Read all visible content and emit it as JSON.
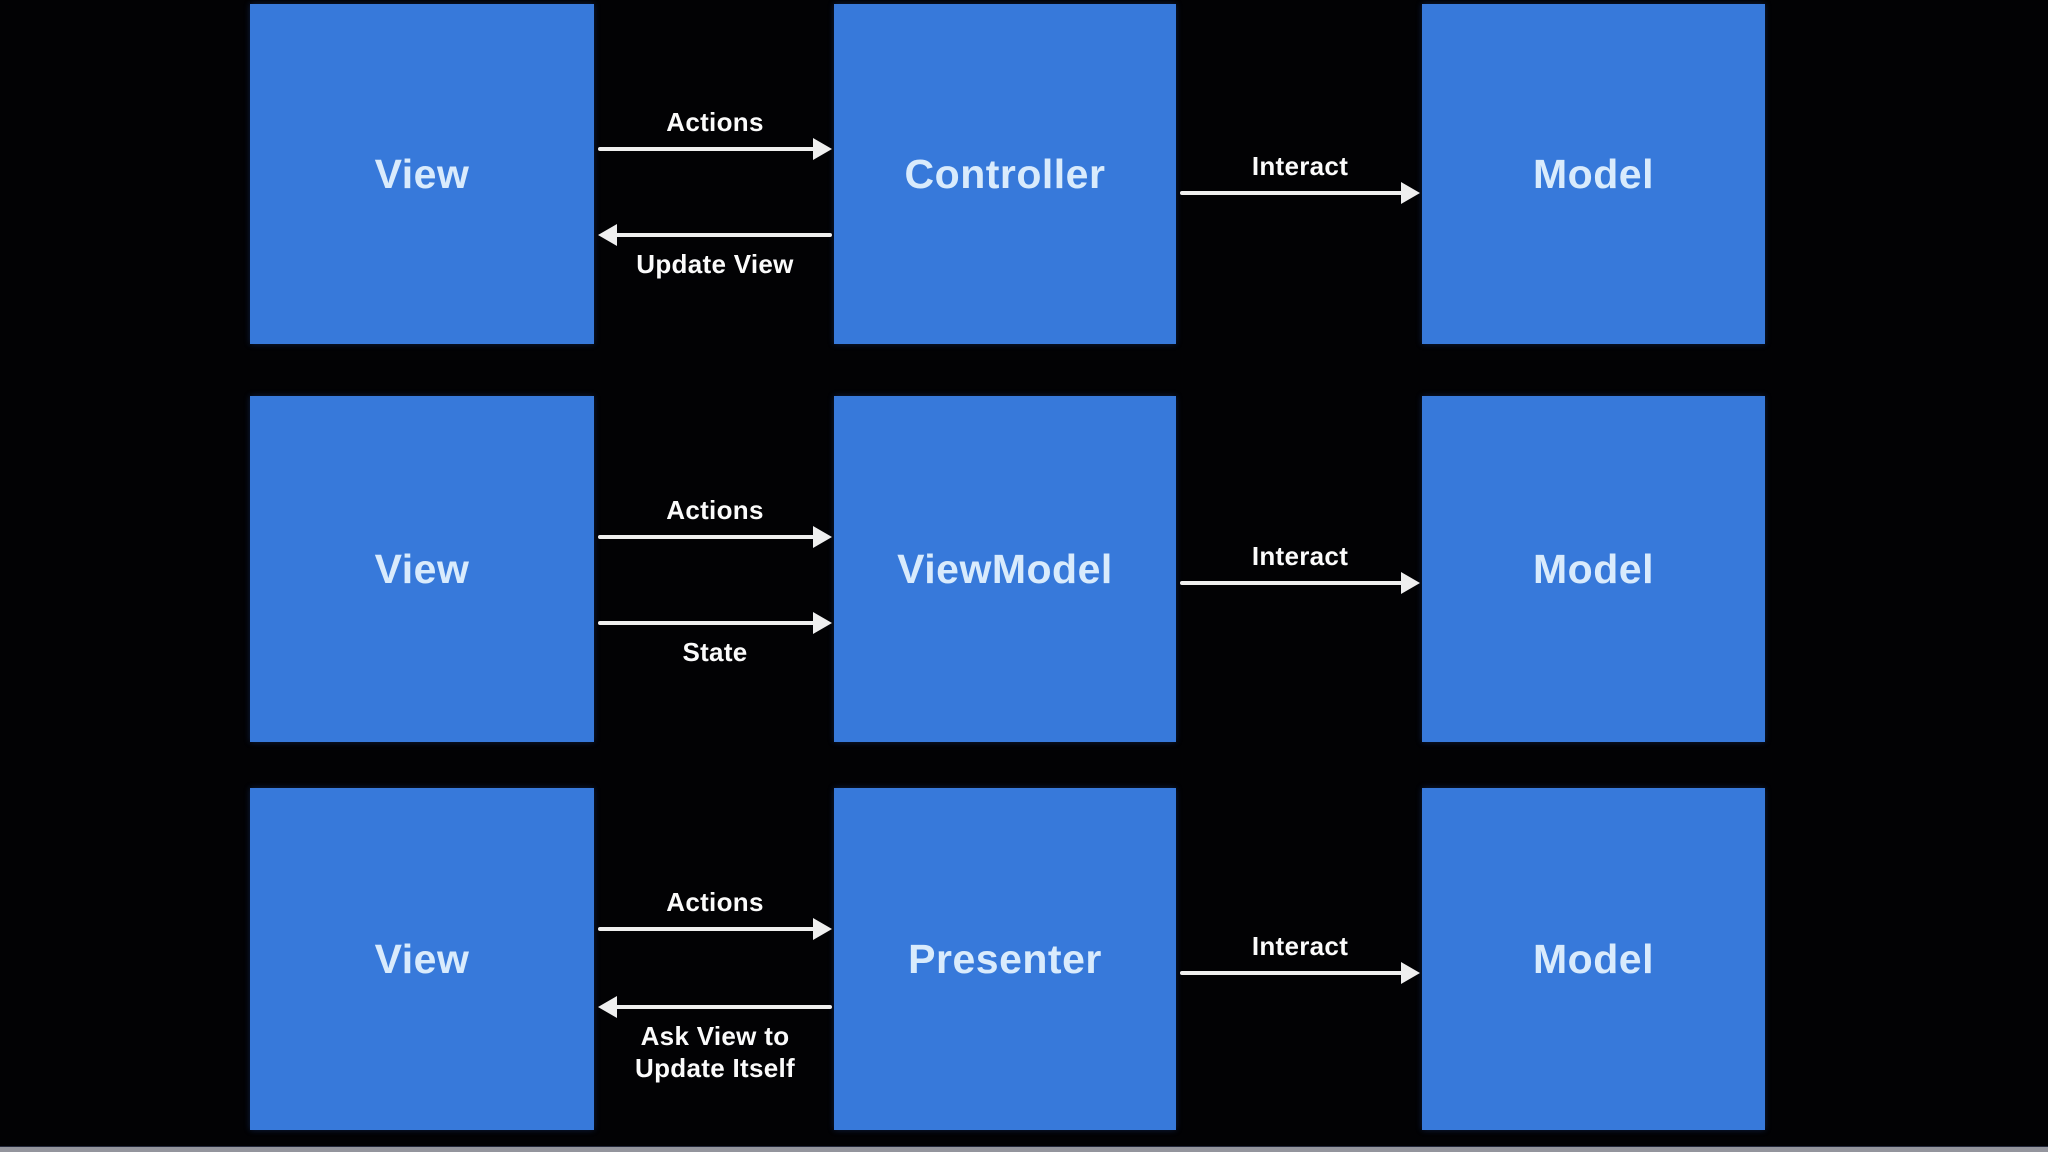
{
  "colors": {
    "background": "#020204",
    "box_fill": "#3779DA",
    "box_text": "#D9EBFC",
    "arrow": "#EFEFEF",
    "arrow_label_text": "#FBFBFB",
    "bottom_bar": "#94959D"
  },
  "rows": [
    {
      "boxes": [
        {
          "label": "View"
        },
        {
          "label": "Controller"
        },
        {
          "label": "Model"
        }
      ],
      "arrows": [
        {
          "label": "Actions",
          "direction": "right",
          "from": "View",
          "to": "Controller"
        },
        {
          "label": "Update View",
          "direction": "left",
          "from": "Controller",
          "to": "View"
        },
        {
          "label": "Interact",
          "direction": "right",
          "from": "Controller",
          "to": "Model"
        }
      ]
    },
    {
      "boxes": [
        {
          "label": "View"
        },
        {
          "label": "ViewModel"
        },
        {
          "label": "Model"
        }
      ],
      "arrows": [
        {
          "label": "Actions",
          "direction": "right",
          "from": "View",
          "to": "ViewModel"
        },
        {
          "label": "State",
          "direction": "right",
          "from": "View",
          "to": "ViewModel"
        },
        {
          "label": "Interact",
          "direction": "right",
          "from": "ViewModel",
          "to": "Model"
        }
      ]
    },
    {
      "boxes": [
        {
          "label": "View"
        },
        {
          "label": "Presenter"
        },
        {
          "label": "Model"
        }
      ],
      "arrows": [
        {
          "label": "Actions",
          "direction": "right",
          "from": "View",
          "to": "Presenter"
        },
        {
          "label": "Ask View to\nUpdate Itself",
          "direction": "left",
          "from": "Presenter",
          "to": "View"
        },
        {
          "label": "Interact",
          "direction": "right",
          "from": "Presenter",
          "to": "Model"
        }
      ]
    }
  ]
}
